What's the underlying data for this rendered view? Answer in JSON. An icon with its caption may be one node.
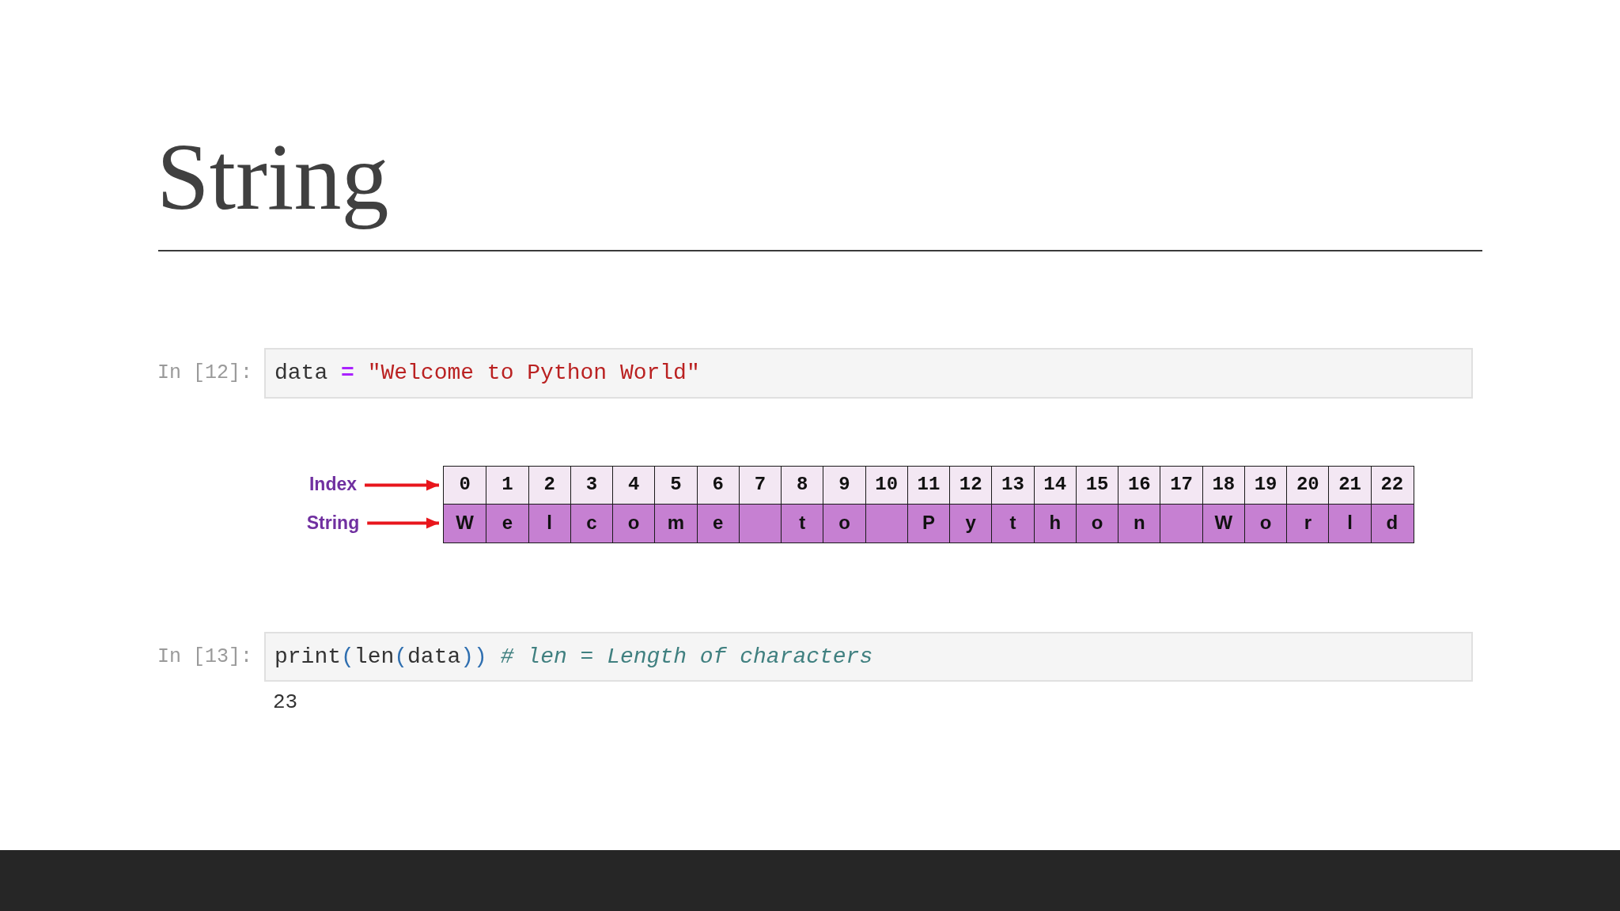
{
  "diagram": {
    "title": "String",
    "nodes": [
      {
        "text": [
          "data = \"Welcome to Python World\""
        ],
        "beside": [
          "In [12]:"
        ]
      },
      {
        "text": [
          "Index"
        ]
      },
      {
        "text": [],
        "shape": "box"
      },
      {
        "text": [
          "0"
        ],
        "in": 2
      },
      {
        "text": [
          "1"
        ],
        "in": 2
      },
      {
        "text": [
          "2"
        ],
        "in": 2
      },
      {
        "text": [
          "3"
        ],
        "in": 2
      },
      {
        "text": [
          "4"
        ],
        "in": 2
      },
      {
        "text": [
          "5"
        ],
        "in": 2
      },
      {
        "text": [
          "6"
        ],
        "in": 2
      },
      {
        "text": [
          "7"
        ],
        "in": 2
      },
      {
        "text": [
          "8"
        ],
        "in": 2
      },
      {
        "text": [
          "9"
        ],
        "in": 2
      },
      {
        "text": [
          "10"
        ],
        "in": 2
      },
      {
        "text": [
          "11"
        ],
        "in": 2
      },
      {
        "text": [
          "12"
        ],
        "in": 2
      },
      {
        "text": [
          "13"
        ],
        "in": 2
      },
      {
        "text": [
          "14"
        ],
        "in": 2
      },
      {
        "text": [
          "15"
        ],
        "in": 2
      },
      {
        "text": [
          "16"
        ],
        "in": 2
      },
      {
        "text": [
          "17"
        ],
        "in": 2
      },
      {
        "text": [
          "18"
        ],
        "in": 2
      },
      {
        "text": [
          "19"
        ],
        "in": 2
      },
      {
        "text": [
          "20"
        ],
        "in": 2
      },
      {
        "text": [
          "21"
        ],
        "in": 2
      },
      {
        "text": [
          "22"
        ],
        "in": 2
      },
      {
        "text": [
          "String"
        ]
      },
      {
        "text": [],
        "shape": "box"
      },
      {
        "text": [
          "W"
        ],
        "in": 27
      },
      {
        "text": [
          "e"
        ],
        "in": 27
      },
      {
        "text": [
          "l"
        ],
        "in": 27
      },
      {
        "text": [
          "c"
        ],
        "in": 27
      },
      {
        "text": [
          "o"
        ],
        "in": 27
      },
      {
        "text": [
          "m"
        ],
        "in": 27
      },
      {
        "text": [
          "e"
        ],
        "in": 27
      },
      {
        "text": [],
        "shape": "box",
        "in": 27
      },
      {
        "text": [
          "t"
        ],
        "in": 27
      },
      {
        "text": [
          "o"
        ],
        "in": 27
      },
      {
        "text": [],
        "shape": "box",
        "in": 27
      },
      {
        "text": [
          "P"
        ],
        "in": 27
      },
      {
        "text": [
          "y"
        ],
        "in": 27
      },
      {
        "text": [
          "t"
        ],
        "in": 27
      },
      {
        "text": [
          "h"
        ],
        "in": 27
      },
      {
        "text": [
          "o"
        ],
        "in": 27
      },
      {
        "text": [
          "n"
        ],
        "in": 27
      },
      {
        "text": [],
        "shape": "box",
        "in": 27
      },
      {
        "text": [
          "W"
        ],
        "in": 27
      },
      {
        "text": [
          "o"
        ],
        "in": 27
      },
      {
        "text": [
          "r"
        ],
        "in": 27
      },
      {
        "text": [
          "l"
        ],
        "in": 27
      },
      {
        "text": [
          "d"
        ],
        "in": 27
      },
      {
        "text": [
          "print(len(data)) # len = Length of characters"
        ],
        "beside": [
          "In [13]:",
          "23"
        ]
      }
    ],
    "edges": [
      {
        "from": 1,
        "to": 2,
        "arrow": "to"
      },
      {
        "from": 26,
        "to": 27,
        "arrow": "to"
      }
    ]
  }
}
